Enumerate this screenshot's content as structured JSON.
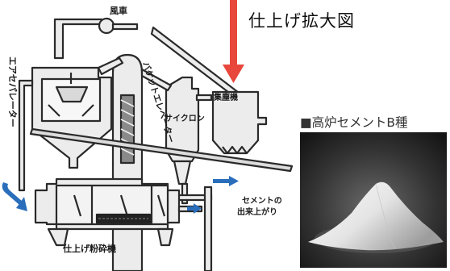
{
  "title": "仕上げ拡大図",
  "photo_caption": "■高炉セメントB種",
  "labels": {
    "fan": "風車",
    "separator": "エアセパレーター",
    "bucket_elevator": "バケットエレベーター",
    "dust_collector": "集塵機",
    "cyclone": "サイクロン",
    "product_line1": "セメントの",
    "product_line2": "出来上がり",
    "finish_mill": "仕上げ粉砕機"
  },
  "colors": {
    "arrow": "#e8473b",
    "flow": "#2a6ebb",
    "line": "#2a2a2a",
    "fill": "#ececec"
  }
}
